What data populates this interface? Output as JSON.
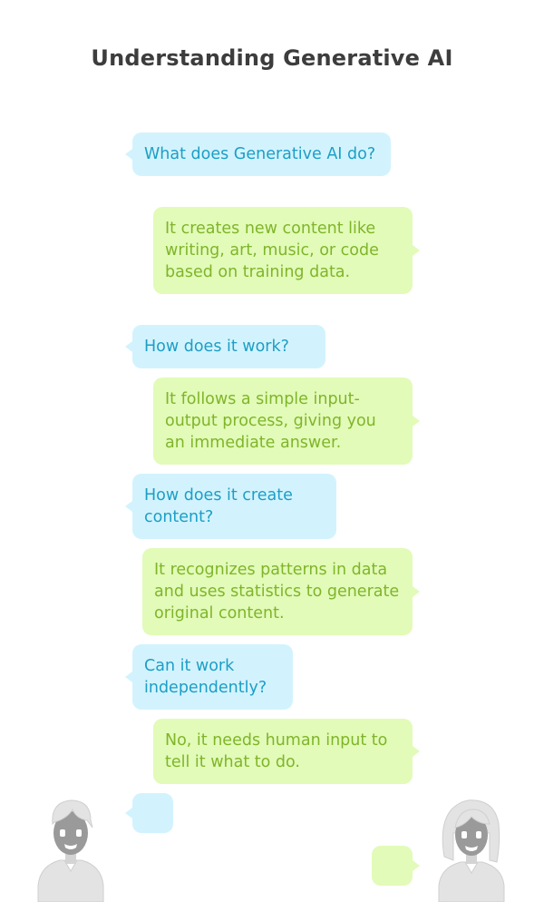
{
  "title": "Understanding Generative AI",
  "conversation": [
    {
      "speaker": "question",
      "text": "What does Generative AI do?"
    },
    {
      "speaker": "answer",
      "text": "It creates new content like writing, art, music, or code based on training data."
    },
    {
      "speaker": "question",
      "text": "How does it work?"
    },
    {
      "speaker": "answer",
      "text": "It follows a simple input-output process, giving you an immediate answer."
    },
    {
      "speaker": "question",
      "text": "How does it create content?"
    },
    {
      "speaker": "answer",
      "text": "It recognizes patterns in data and uses statistics to generate original content."
    },
    {
      "speaker": "question",
      "text": "Can it work independently?"
    },
    {
      "speaker": "answer",
      "text": "No, it needs human input to tell it what to do."
    }
  ],
  "colors": {
    "question_bg": "#d2f3fd",
    "question_text": "#1d9ec6",
    "answer_bg": "#e2fbb8",
    "answer_text": "#7fb52a",
    "avatar": "#e3e3e3"
  },
  "icons": {
    "left_person": "man-avatar-icon",
    "right_person": "woman-avatar-icon"
  }
}
